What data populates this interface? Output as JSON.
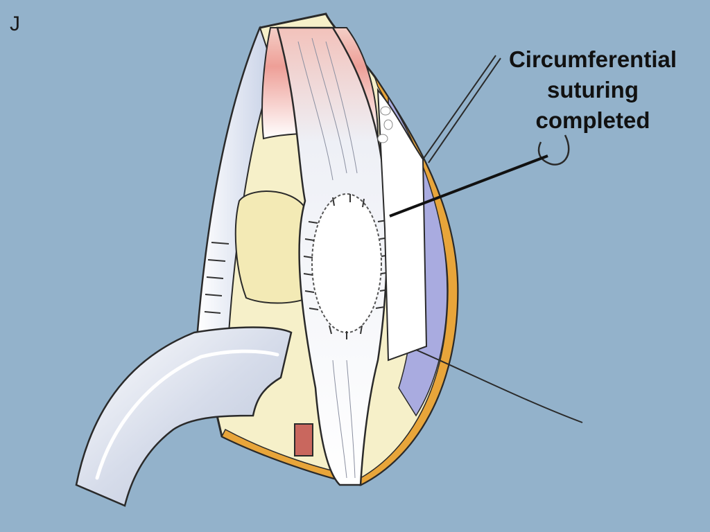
{
  "figure": {
    "panel_letter": "J",
    "callout": {
      "lines": [
        "Circumferential",
        "suturing",
        "completed"
      ]
    }
  },
  "colors": {
    "background": "#93b2cb",
    "tissue_yellow": "#f6f0c9",
    "fat_orange": "#e8a53a",
    "muscle_pink": "#efb3aa",
    "tendon_white": "#f3f5fa",
    "retractor_steel": "#e4e9f2",
    "suture_line": "#4a4a4a"
  }
}
